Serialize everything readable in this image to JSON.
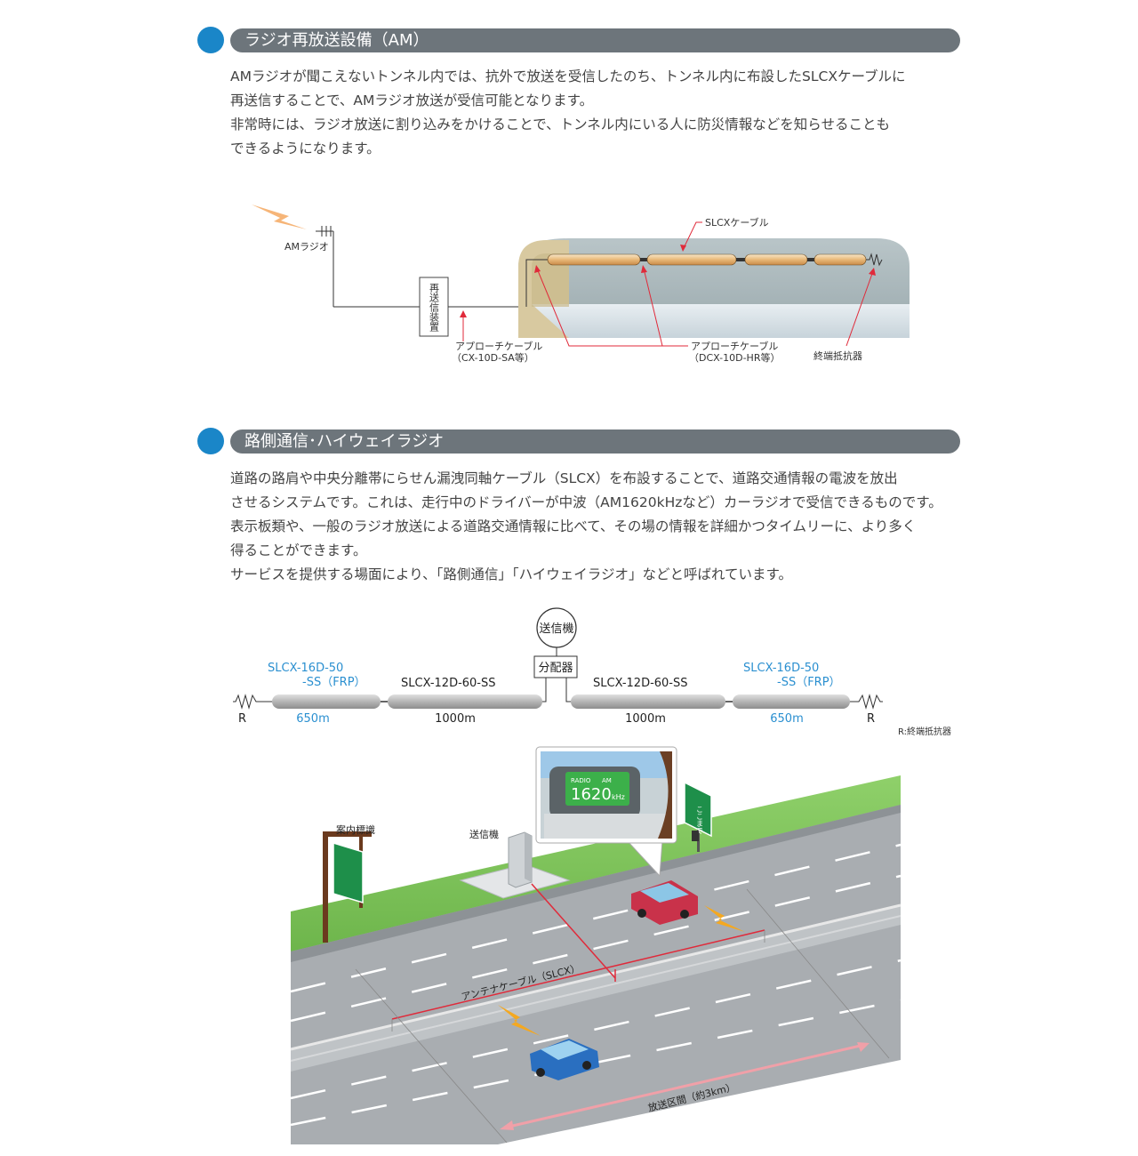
{
  "section1": {
    "title": "ラジオ再放送設備（AM）",
    "paragraphs": [
      "AMラジオが聞こえないトンネル内では、抗外で放送を受信したのち、トンネル内に布設したSLCXケーブルに",
      "再送信することで、AMラジオ放送が受信可能となります。",
      "非常時には、ラジオ放送に割り込みをかけることで、トンネル内にいる人に防災情報などを知らせることも",
      "できるようになります。"
    ],
    "diagram": {
      "am_radio": "AMラジオ",
      "retransmitter": "再送信装置",
      "slcx_cable": "SLCXケーブル",
      "approach_cable_1_line1": "アプローチケーブル",
      "approach_cable_1_line2": "（CX-10D-SA等）",
      "approach_cable_2_line1": "アプローチケーブル",
      "approach_cable_2_line2": "（DCX-10D-HR等）",
      "terminator": "終端抵抗器"
    }
  },
  "section2": {
    "title": "路側通信･ハイウェイラジオ",
    "paragraphs": [
      "道路の路肩や中央分離帯にらせん漏洩同軸ケーブル（SLCX）を布設することで、道路交通情報の電波を放出",
      "させるシステムです。これは、走行中のドライバーが中波（AM1620kHzなど）カーラジオで受信できるものです。",
      "表示板類や、一般のラジオ放送による道路交通情報に比べて、その場の情報を詳細かつタイムリーに、より多く",
      "得ることができます。",
      "サービスを提供する場面により、「路側通信」「ハイウェイラジオ」などと呼ばれています。"
    ],
    "cable_diagram": {
      "transmitter": "送信機",
      "distributor": "分配器",
      "left_outer_cable_line1": "SLCX-16D-50",
      "left_outer_cable_line2": "-SS（FRP）",
      "left_inner_cable": "SLCX-12D-60-SS",
      "right_inner_cable": "SLCX-12D-60-SS",
      "right_outer_cable_line1": "SLCX-16D-50",
      "right_outer_cable_line2": "-SS（FRP）",
      "left_outer_length": "650m",
      "left_inner_length": "1000m",
      "right_inner_length": "1000m",
      "right_outer_length": "650m",
      "r_left": "R",
      "r_right": "R",
      "legend": "R:終端抵抗器"
    },
    "highway": {
      "guide_sign": "案内標識",
      "transmitter": "送信機",
      "radio_band_label": "RADIO",
      "radio_mode": "AM",
      "radio_frequency": "1620",
      "radio_unit": "kHz",
      "sign_text": "ここまで",
      "antenna_cable": "アンテナケーブル（SLCX）",
      "broadcast_section": "放送区間（約3km）"
    }
  },
  "colors": {
    "header_dot": "#1a86c8",
    "header_bar": "#6d757b",
    "accent_red": "#e02a3a",
    "cable_blue_label": "#2a8fd0",
    "grass": "#7cc35a",
    "road": "#a9adb1"
  }
}
